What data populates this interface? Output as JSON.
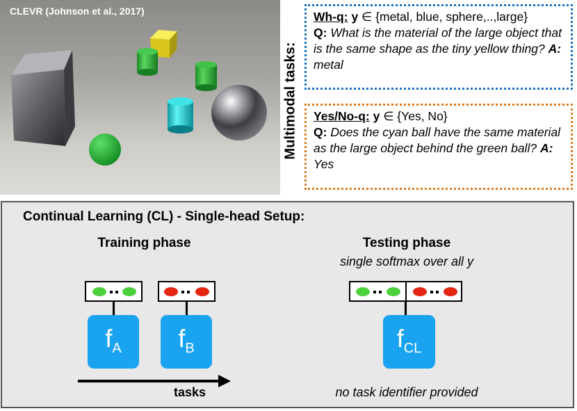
{
  "scene": {
    "caption": "CLEVR (Johnson et al., 2017)"
  },
  "multimodal_label": "Multimodal tasks:",
  "wh_task": {
    "type_label": "Wh-q:",
    "y_label": "y",
    "set_text": "∈ {metal, blue, sphere,..,large}",
    "q_label": "Q:",
    "question": "What is the material of the large object that is the same shape as the tiny yellow thing?",
    "a_label": "A:",
    "answer": "metal",
    "border_color": "#1a6fc2"
  },
  "yesno_task": {
    "type_label": "Yes/No-q:",
    "y_label": "y",
    "set_text": "∈ {Yes, No}",
    "q_label": "Q:",
    "question": "Does the cyan ball have the same material as the large object behind the green ball?",
    "a_label": "A:",
    "answer": "Yes",
    "border_color": "#e07a1f"
  },
  "cl": {
    "title": "Continual Learning (CL) - Single-head Setup:",
    "training": {
      "title": "Training phase",
      "model_a": {
        "name": "f",
        "sub": "A"
      },
      "model_b": {
        "name": "f",
        "sub": "B"
      },
      "tasks_label": "tasks"
    },
    "testing": {
      "title": "Testing phase",
      "softmax_note": "single softmax over all y",
      "model": {
        "name": "f",
        "sub": "CL"
      },
      "task_id_note": "no task identifier provided"
    },
    "colors": {
      "model_fill": "#1aa3f0",
      "output_green": "#4cd13d",
      "output_red": "#e52411",
      "panel_bg": "#e8e8e8"
    }
  }
}
